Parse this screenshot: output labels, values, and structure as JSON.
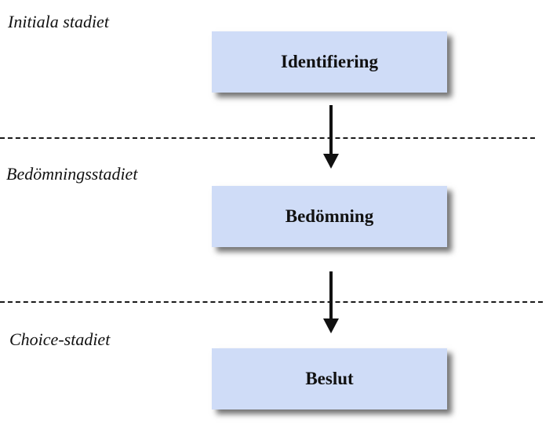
{
  "stages": [
    {
      "label": "Initiala stadiet"
    },
    {
      "label": "Bedömningsstadiet"
    },
    {
      "label": "Choice-stadiet"
    }
  ],
  "boxes": [
    {
      "label": "Identifiering"
    },
    {
      "label": "Bedömning"
    },
    {
      "label": "Beslut"
    }
  ],
  "colors": {
    "box_fill": "#cfdcf7",
    "line": "#1a1a1a"
  }
}
